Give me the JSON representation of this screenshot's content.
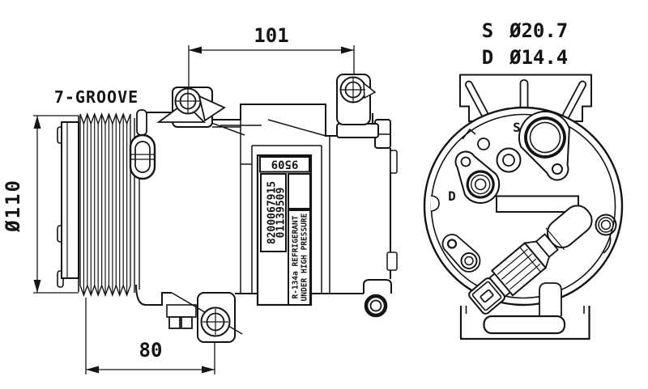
{
  "title": "AC compressor technical line drawing, side view and rear view",
  "colors": {
    "line": "#141414",
    "background": "#ffffff"
  },
  "left": {
    "groove_label": "7-GROOVE",
    "dim_top": "101",
    "dim_bottom": "80",
    "dim_diameter": "Ø110",
    "plate": {
      "top_code": "9509",
      "part_numbers": [
        "8200067915",
        "01139509"
      ],
      "refrigerant": [
        "R-134a REFRIGERANT",
        "UNDER HIGH PRESSURE"
      ]
    }
  },
  "right": {
    "suction": {
      "label": "S",
      "value": "Ø20.7"
    },
    "discharge": {
      "label": "D",
      "value": "Ø14.4"
    },
    "markers": {
      "s": "S",
      "d": "D"
    }
  }
}
